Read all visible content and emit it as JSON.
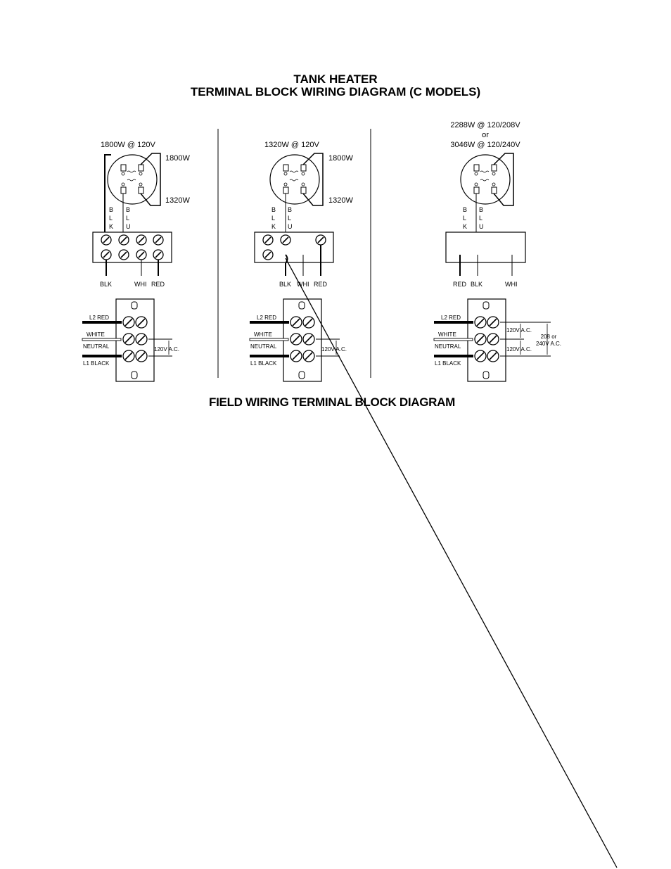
{
  "title": {
    "line1": "TANK HEATER",
    "line2": "TERMINAL BLOCK WIRING DIAGRAM (C MODELS)"
  },
  "footer_title": "FIELD WIRING TERMINAL BLOCK DIAGRAM",
  "panels": [
    {
      "rating": "1800W @ 120V",
      "upper_element": "1800W",
      "lower_element": "1320W",
      "lead_labels": [
        "B\nL\nK",
        "B\nL\nU"
      ],
      "block_labels": [
        "BLK",
        "WHI",
        "RED"
      ]
    },
    {
      "rating": "1320W @ 120V",
      "upper_element": "1800W",
      "lower_element": "1320W",
      "block_labels": [
        "BLK",
        "WHI",
        "RED"
      ]
    },
    {
      "rating_line1": "2288W @ 120/208V",
      "rating_or": "or",
      "rating_line2": "3046W @ 120/240V",
      "block_labels": [
        "RED",
        "BLK",
        "WHI"
      ]
    }
  ],
  "field_wiring": {
    "l2": "L2 RED",
    "white": "WHITE",
    "neutral": "NEUTRAL",
    "l1": "L1 BLACK",
    "voltage": "120V A.C.",
    "voltage_total_1": "208 or",
    "voltage_total_2": "240V A.C."
  },
  "lead_letters": {
    "blk": [
      "B",
      "L",
      "K"
    ],
    "blu": [
      "B",
      "L",
      "U"
    ]
  }
}
